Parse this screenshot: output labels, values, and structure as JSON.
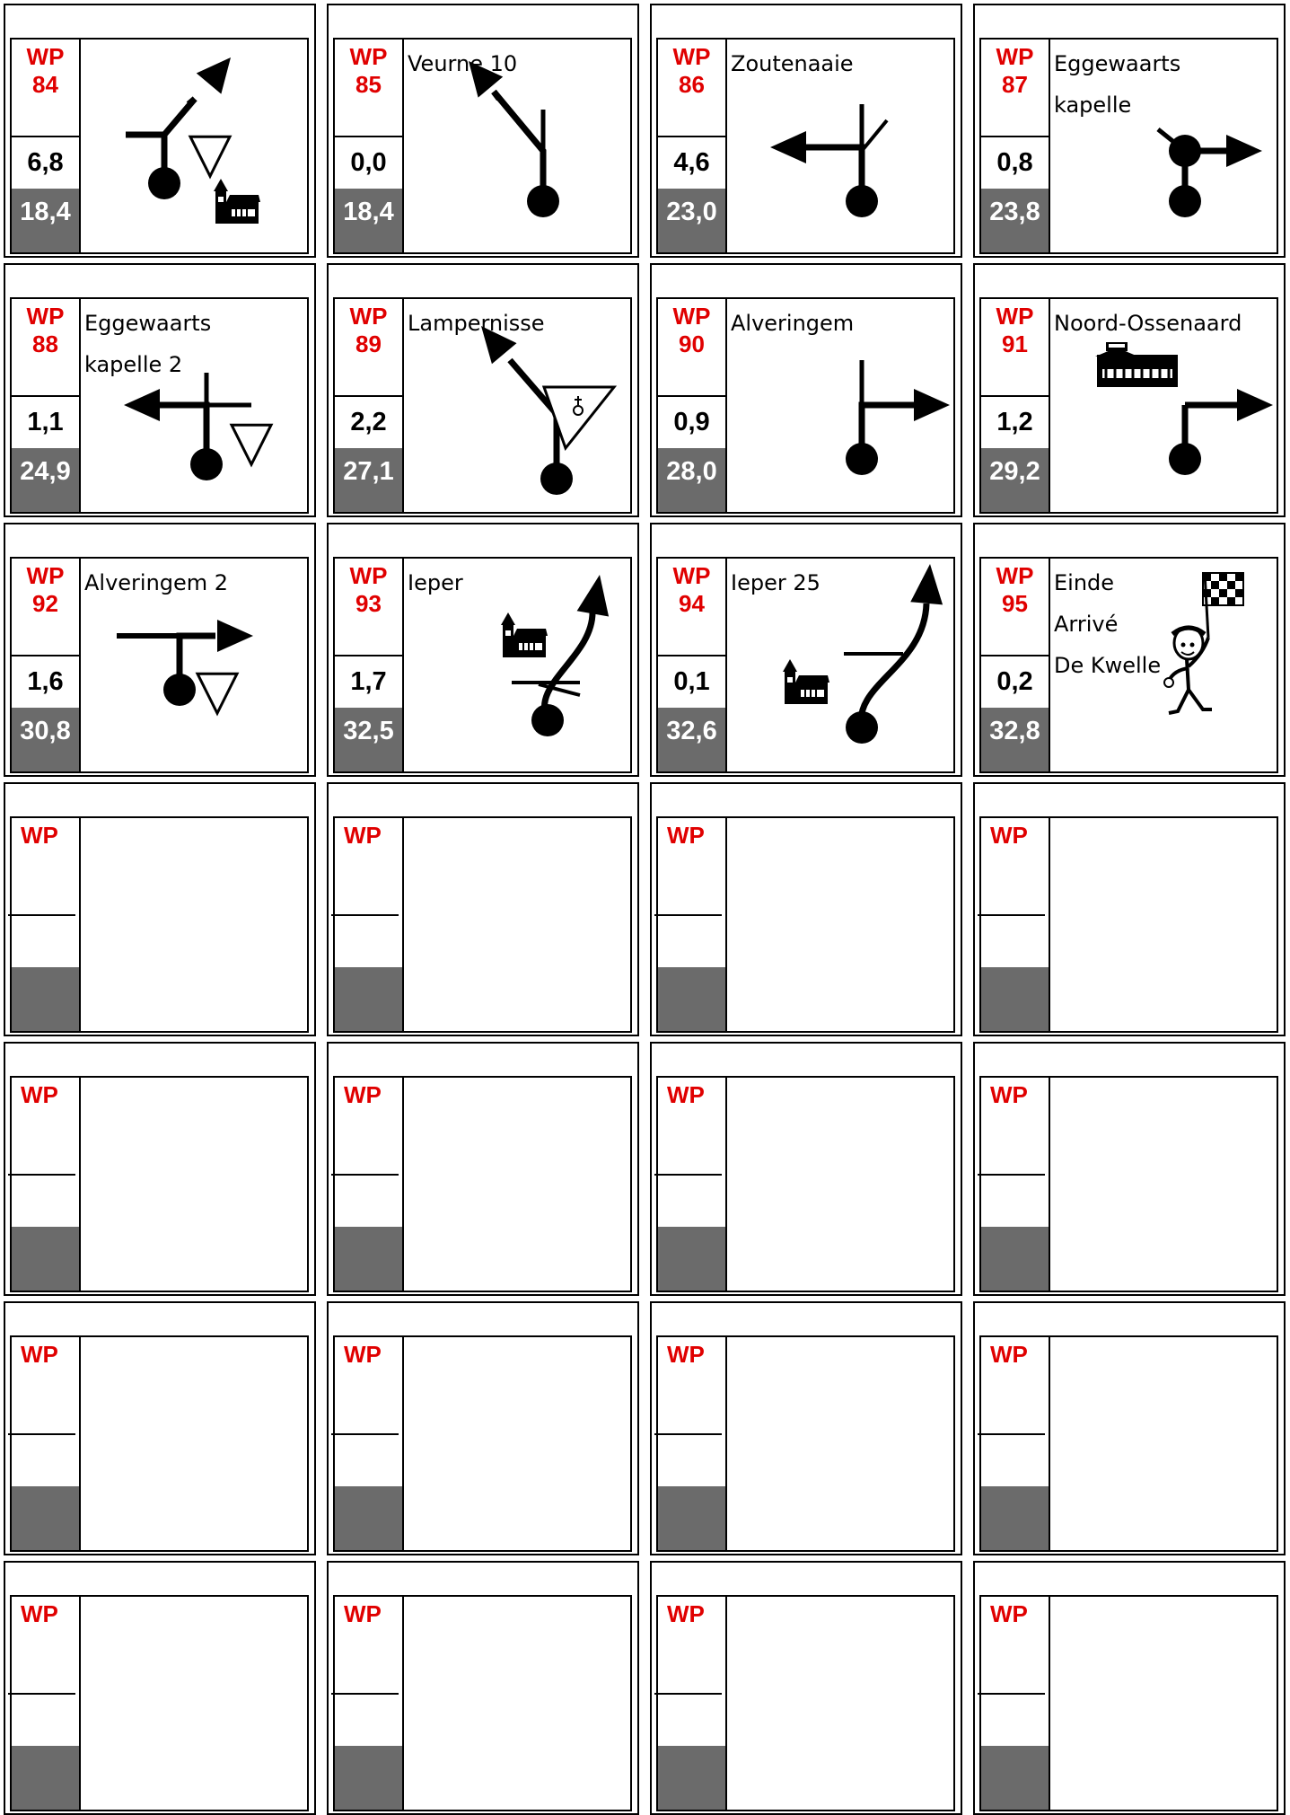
{
  "waypoints": [
    {
      "wp": "WP",
      "num": "84",
      "dist": "6,8",
      "total": "18,4",
      "label": "",
      "icon": "fork-right-arrow-yield-church-icon"
    },
    {
      "wp": "WP",
      "num": "85",
      "dist": "0,0",
      "total": "18,4",
      "label": "Veurne 10",
      "icon": "bear-left-arrow-icon"
    },
    {
      "wp": "WP",
      "num": "86",
      "dist": "4,6",
      "total": "23,0",
      "label": "Zoutenaaie",
      "icon": "turn-left-arrow-icon"
    },
    {
      "wp": "WP",
      "num": "87",
      "dist": "0,8",
      "total": "23,8",
      "label": "Eggewaarts\nkapelle",
      "icon": "right-at-roundabout-arrow-icon"
    },
    {
      "wp": "WP",
      "num": "88",
      "dist": "1,1",
      "total": "24,9",
      "label": "Eggewaarts\nkapelle 2",
      "icon": "turn-left-yield-arrow-icon"
    },
    {
      "wp": "WP",
      "num": "89",
      "dist": "2,2",
      "total": "27,1",
      "label": "Lampernisse",
      "icon": "bear-left-cemetery-arrow-icon"
    },
    {
      "wp": "WP",
      "num": "90",
      "dist": "0,9",
      "total": "28,0",
      "label": "Alveringem",
      "icon": "turn-right-arrow-icon"
    },
    {
      "wp": "WP",
      "num": "91",
      "dist": "1,2",
      "total": "29,2",
      "label": "Noord-Ossenaard",
      "icon": "turn-right-farm-arrow-icon"
    },
    {
      "wp": "WP",
      "num": "92",
      "dist": "1,6",
      "total": "30,8",
      "label": "Alveringem 2",
      "icon": "turn-right-yield-arrow-icon"
    },
    {
      "wp": "WP",
      "num": "93",
      "dist": "1,7",
      "total": "32,5",
      "label": "Ieper",
      "icon": "bear-right-church-arrow-icon"
    },
    {
      "wp": "WP",
      "num": "94",
      "dist": "0,1",
      "total": "32,6",
      "label": "Ieper 25",
      "icon": "bear-right-church-arrow-icon"
    },
    {
      "wp": "WP",
      "num": "95",
      "dist": "0,2",
      "total": "32,8",
      "label": "Einde\nArrivé\nDe Kwelle",
      "icon": "finish-flag-man-icon"
    }
  ],
  "empty_label": "WP"
}
